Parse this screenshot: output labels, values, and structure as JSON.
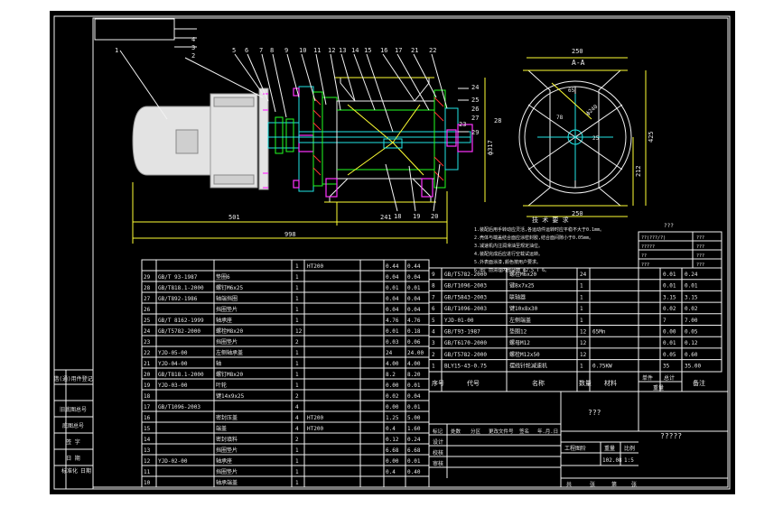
{
  "views": {
    "section_title": "A-A",
    "dims_front": {
      "d501": "501",
      "d241": "241",
      "d998": "998",
      "d317": "ф317",
      "d28": "28"
    },
    "dims_section": {
      "d250_top": "250",
      "d250_bottom": "250",
      "d65": "65",
      "d425": "425",
      "d212": "212",
      "d240": "ф240",
      "d78": "78",
      "d25": "25"
    }
  },
  "part_numbers_top": [
    "5",
    "6",
    "7",
    "8",
    "9",
    "10",
    "11",
    "12",
    "13",
    "14",
    "15",
    "16",
    "17",
    "21",
    "22"
  ],
  "part_numbers_stack": [
    "4",
    "3",
    "2"
  ],
  "part_number_left": "1",
  "part_numbers_right": [
    "24",
    "25",
    "26",
    "27",
    "23",
    "29"
  ],
  "part_numbers_bottom": [
    "18",
    "19",
    "20"
  ],
  "tech_requirements": {
    "title": "技 术 要 求",
    "lines": [
      "1.装配后用手转动应灵活,各运动件运转时应平稳不大于0.1mm。",
      "2.壳体与端盖结合面应涂密封胶,结合面间隙小于0.05mm。",
      "3.减速机内注润滑油至规定油位。",
      "4.装配完成后应进行空载试运转。",
      "5.外表面涂漆,颜色按用户要求。",
      "6.出厂前清理内部杂物 ф2.5 T 6。"
    ]
  },
  "spec_table": {
    "header": "???",
    "rows": [
      [
        "??(???/?)",
        "???"
      ],
      [
        "?????",
        "???"
      ],
      [
        "??",
        "???"
      ],
      [
        "???",
        "???"
      ]
    ]
  },
  "parts_left": [
    [
      "29",
      "GB/T 93-1987",
      "垫圈6",
      "1",
      "",
      "0.04",
      "0.04"
    ],
    [
      "28",
      "GB/T818.1-2000",
      "螺钉M6x25",
      "1",
      "",
      "0.01",
      "0.01"
    ],
    [
      "27",
      "GB/T892-1986",
      "轴端挡圈",
      "1",
      "",
      "0.04",
      "0.04"
    ],
    [
      "26",
      "",
      "挡圈垫片",
      "1",
      "",
      "0.04",
      "0.04"
    ],
    [
      "25",
      "GB/T 8162-1999",
      "轴承座",
      "1",
      "",
      "4.76",
      "4.76"
    ],
    [
      "24",
      "GB/T5782-2000",
      "螺栓M8x20",
      "12",
      "",
      "0.01",
      "0.18"
    ],
    [
      "23",
      "",
      "挡圈垫片",
      "2",
      "",
      "0.03",
      "0.06"
    ],
    [
      "22",
      "YJD-05-00",
      "左侧轴承盖",
      "1",
      "",
      "24",
      "24.00"
    ],
    [
      "21",
      "YJD-04-00",
      "轴",
      "1",
      "",
      "4.00",
      "4.00"
    ],
    [
      "20",
      "GB/T818.1-2000",
      "螺钉M8x20",
      "1",
      "",
      "8.2",
      "8.20"
    ],
    [
      "19",
      "YJD-03-00",
      "叶轮",
      "1",
      "",
      "0.00",
      "0.01"
    ],
    [
      "18",
      "",
      "键14x9x25",
      "2",
      "",
      "0.02",
      "0.04"
    ],
    [
      "17",
      "GB/T1096-2003",
      "",
      "4",
      "",
      "0.00",
      "0.01"
    ],
    [
      "16",
      "",
      "密封压盖",
      "4",
      "HT200",
      "1.25",
      "5.00"
    ],
    [
      "15",
      "",
      "端盖",
      "4",
      "HT200",
      "0.4",
      "1.60"
    ],
    [
      "14",
      "",
      "密封填料",
      "2",
      "",
      "0.12",
      "0.24"
    ],
    [
      "13",
      "",
      "挡圈垫片",
      "1",
      "",
      "6.68",
      "6.68"
    ],
    [
      "12",
      "YJD-02-00",
      "轴承座",
      "1",
      "",
      "0.00",
      "0.01"
    ],
    [
      "11",
      "",
      "挡圈垫片",
      "1",
      "",
      "0.4",
      "0.40"
    ],
    [
      "10",
      "",
      "轴承端盖",
      "1",
      "",
      "",
      ""
    ]
  ],
  "parts_left_top": [
    "1",
    "HT200",
    "0.44",
    "0.44"
  ],
  "parts_right": [
    [
      "9",
      "GB/T5782-2000",
      "螺栓M6x20",
      "24",
      "",
      "0.01",
      "0.24"
    ],
    [
      "8",
      "GB/T1096-2003",
      "键8x7x25",
      "1",
      "",
      "0.01",
      "0.01"
    ],
    [
      "7",
      "GB/T5843-2003",
      "联轴器",
      "1",
      "",
      "3.15",
      "3.15"
    ],
    [
      "6",
      "GB/T1096-2003",
      "键10x8x30",
      "1",
      "",
      "0.02",
      "0.02"
    ],
    [
      "5",
      "YJD-01-00",
      "左侧端盖",
      "1",
      "",
      "7",
      "7.00"
    ],
    [
      "4",
      "GB/T93-1987",
      "垫圈12",
      "12",
      "65Mn",
      "0.00",
      "0.05"
    ],
    [
      "3",
      "GB/T6170-2000",
      "螺母M12",
      "12",
      "",
      "0.01",
      "0.12"
    ],
    [
      "2",
      "GB/T5782-2000",
      "螺栓M12x50",
      "12",
      "",
      "0.05",
      "0.60"
    ],
    [
      "1",
      "BLY15-43-0.75",
      "摆线针轮减速机",
      "1",
      "0.75KW",
      "35",
      "35.00"
    ]
  ],
  "parts_header": {
    "seq": "序号",
    "code": "代号",
    "name": "名称",
    "qty": "数量",
    "material": "材料",
    "unit_weight": "单件",
    "total_weight": "总计",
    "weight": "重量",
    "remark": "备注"
  },
  "title_block": {
    "drawing_name": "???",
    "company": "?????",
    "sign_row": [
      "标记",
      "处数",
      "分区",
      "更改文件号",
      "签名",
      "年.月.日"
    ],
    "roles": [
      "设计",
      "校核",
      "审核"
    ],
    "label_stage": "工程图阶",
    "label_weight": "重量",
    "label_scale": "比例",
    "weight_value": "102.08",
    "scale_value": "1:5",
    "sheet_info": [
      "共",
      "张",
      "第",
      "张"
    ]
  },
  "side_column": [
    "借(通)用件登记",
    "",
    "旧底图总号",
    "",
    "底图总号",
    "",
    "签 字",
    "",
    "日 期"
  ],
  "side_bottom": [
    "标准化",
    "日期"
  ]
}
